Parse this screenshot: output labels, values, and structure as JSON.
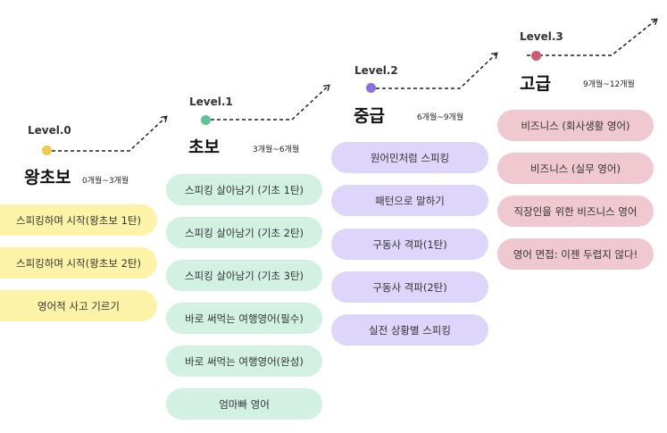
{
  "colors": {
    "level0_dot": "#f2c94c",
    "level1_dot": "#5cc497",
    "level2_dot": "#8a6fe0",
    "level3_dot": "#d05a74",
    "level0_pill": "#fdf3a8",
    "level1_pill": "#d3f1e3",
    "level2_pill": "#ddd6fa",
    "level3_pill": "#efc8d0"
  },
  "levels": [
    {
      "label": "Level.0",
      "title": "왕초보",
      "duration": "0개월~3개월",
      "courses": [
        "스피킹하며 시작(왕초보 1탄)",
        "스피킹하며 시작(왕초보 2탄)",
        "영어적 사고 기르기"
      ]
    },
    {
      "label": "Level.1",
      "title": "초보",
      "duration": "3개월~6개월",
      "courses": [
        "스피킹 살아남기 (기초 1탄)",
        "스피킹 살아남기 (기초 2탄)",
        "스피킹 살아남기 (기초 3탄)",
        "바로 써먹는 여행영어(필수)",
        "바로 써먹는 여행영어(완성)",
        "엄마빠 영어"
      ]
    },
    {
      "label": "Level.2",
      "title": "중급",
      "duration": "6개월~9개월",
      "courses": [
        "원어민처럼 스피킹",
        "패턴으로 말하기",
        "구동사 격파(1탄)",
        "구동사 격파(2탄)",
        "실전 상황별 스피킹"
      ]
    },
    {
      "label": "Level.3",
      "title": "고급",
      "duration": "9개월~12개월",
      "courses": [
        "비즈니스 (회사생활 영어)",
        "비즈니스 (실무 영어)",
        "직장인을 위한 비즈니스 영어",
        "영어 면접: 이젠 두렵지 않다!"
      ]
    }
  ]
}
